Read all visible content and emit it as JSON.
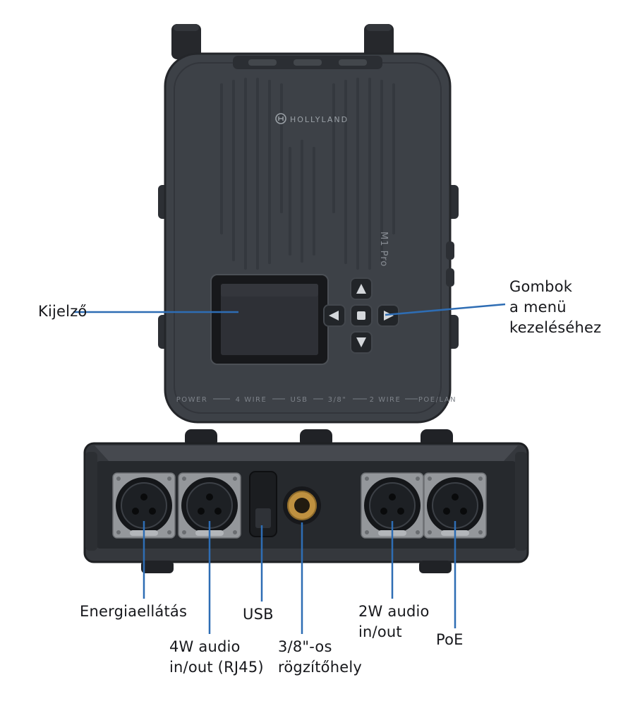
{
  "device": {
    "brand": "HOLLYLAND",
    "model": "M1 Pro",
    "port_labels": [
      "POWER",
      "4 WIRE",
      "USB",
      "3/8\"",
      "2 WIRE",
      "POE/LAN"
    ]
  },
  "callouts": {
    "display": "Kijelző",
    "menu_buttons": "Gombok\na menü\nkezeléséhez",
    "power": "Energiaellátás",
    "audio_4w": "4W audio\nin/out (RJ45)",
    "usb": "USB",
    "mount": "3/8\"-os\nrögzítőhely",
    "audio_2w": "2W audio\nin/out",
    "poe": "PoE"
  },
  "colors": {
    "callout": "#2e6db4"
  }
}
